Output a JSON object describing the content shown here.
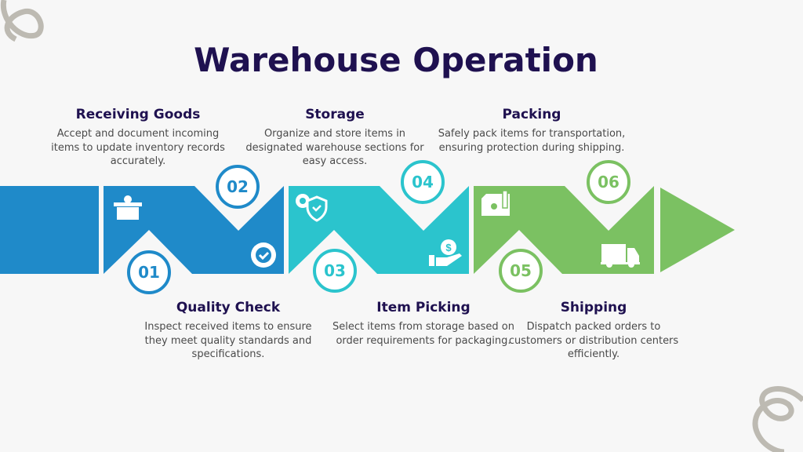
{
  "title": "Warehouse Operation",
  "steps": [
    {
      "num": "01",
      "title": "Quality Check",
      "desc": "Inspect received items to ensure they meet quality standards and specifications.",
      "color": "#1f8ac9"
    },
    {
      "num": "02",
      "title": "Receiving Goods",
      "desc": "Accept and document incoming items to update inventory records accurately.",
      "color": "#1f8ac9"
    },
    {
      "num": "03",
      "title": "Item Picking",
      "desc": "Select items from storage based on order requirements for packaging.",
      "color": "#2bc4cd"
    },
    {
      "num": "04",
      "title": "Storage",
      "desc": "Organize and store items in designated warehouse sections for easy access.",
      "color": "#2bc4cd"
    },
    {
      "num": "05",
      "title": "Shipping",
      "desc": "Dispatch packed orders to customers or distribution centers efficiently.",
      "color": "#7bc162"
    },
    {
      "num": "06",
      "title": "Packing",
      "desc": "Safely pack items for transportation, ensuring protection during shipping.",
      "color": "#7bc162"
    }
  ]
}
